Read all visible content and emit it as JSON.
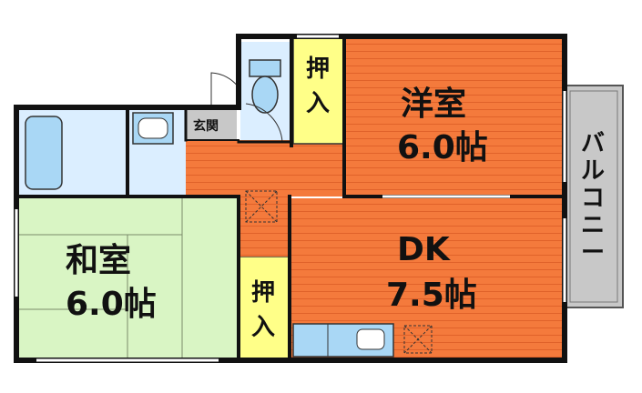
{
  "floorplan": {
    "rooms": {
      "western_room": {
        "name": "洋室",
        "size": "6.0帖"
      },
      "japanese_room": {
        "name": "和室",
        "size": "6.0帖"
      },
      "dining_kitchen": {
        "name": "DK",
        "size": "7.5帖"
      }
    },
    "closet_upper": {
      "line1": "押",
      "line2": "入"
    },
    "closet_lower": {
      "line1": "押",
      "line2": "入"
    },
    "entrance": "玄関",
    "balcony": [
      "バ",
      "ル",
      "コ",
      "ニ",
      "ー"
    ]
  },
  "colors": {
    "orange_floor": "#f47a3c",
    "orange_line": "#e0622a",
    "tatami": "#d9f5c4",
    "wet_area": "#dbeeff",
    "fixture": "#a9d7f5",
    "closet": "#ffff88",
    "balcony": "#c8c8c8",
    "wall": "#111111"
  }
}
